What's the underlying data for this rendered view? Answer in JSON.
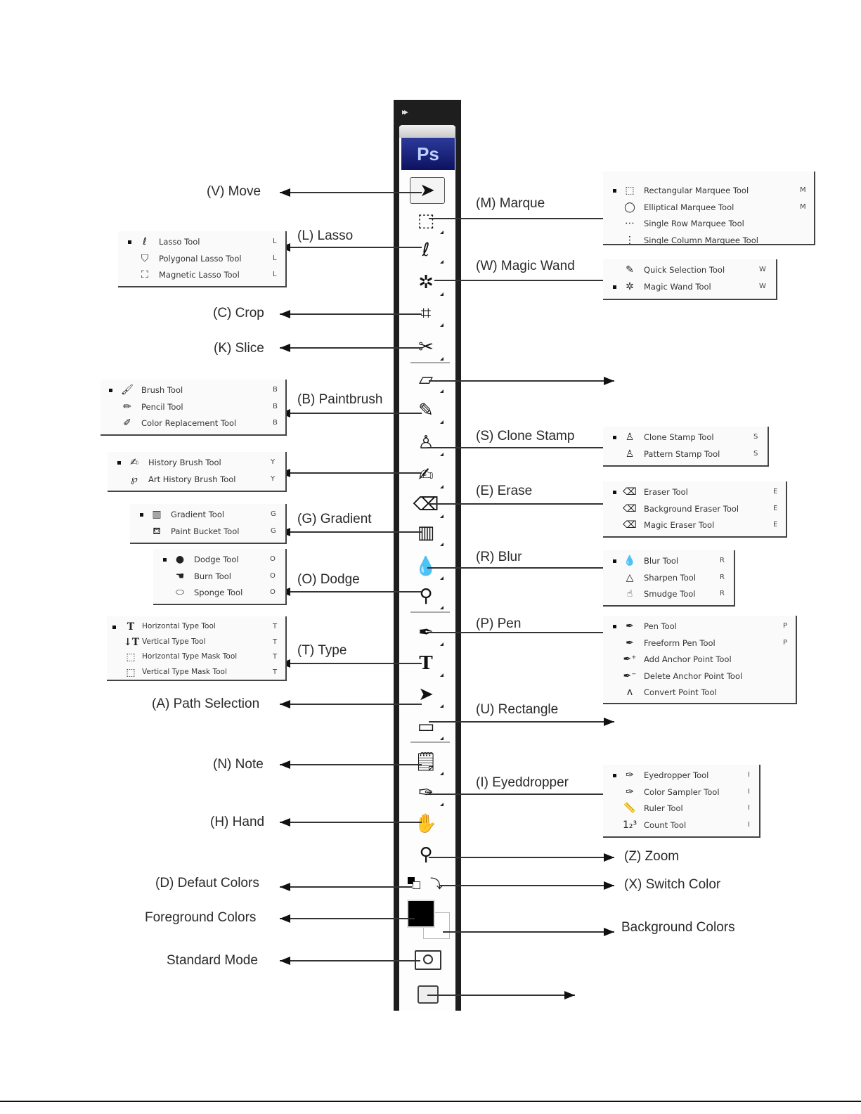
{
  "toolbar": {
    "logo": "Ps",
    "grip": "▸▸"
  },
  "left_labels": [
    {
      "id": "move",
      "text": "(V) Move"
    },
    {
      "id": "lasso",
      "text": "(L) Lasso"
    },
    {
      "id": "crop",
      "text": "(C) Crop"
    },
    {
      "id": "slice",
      "text": "(K) Slice"
    },
    {
      "id": "paintbrush",
      "text": "(B) Paintbrush"
    },
    {
      "id": "gradient",
      "text": "(G) Gradient"
    },
    {
      "id": "dodge",
      "text": "(O) Dodge"
    },
    {
      "id": "type",
      "text": "(T) Type"
    },
    {
      "id": "path_selection",
      "text": "(A) Path Selection"
    },
    {
      "id": "note",
      "text": "(N) Note"
    },
    {
      "id": "hand",
      "text": "(H) Hand"
    },
    {
      "id": "default_colors",
      "text": "(D) Defaut Colors"
    },
    {
      "id": "foreground_colors",
      "text": "Foreground Colors"
    },
    {
      "id": "standard_mode",
      "text": "Standard Mode"
    }
  ],
  "right_labels": [
    {
      "id": "marquee",
      "text": "(M) Marque"
    },
    {
      "id": "magic_wand",
      "text": "(W) Magic Wand"
    },
    {
      "id": "clone_stamp",
      "text": "(S) Clone Stamp"
    },
    {
      "id": "erase",
      "text": "(E) Erase"
    },
    {
      "id": "blur",
      "text": "(R) Blur"
    },
    {
      "id": "pen",
      "text": "(P) Pen"
    },
    {
      "id": "rectangle",
      "text": "(U) Rectangle"
    },
    {
      "id": "eyedropper",
      "text": "(I) Eyeddropper"
    },
    {
      "id": "zoom",
      "text": "(Z) Zoom"
    },
    {
      "id": "switch_color",
      "text": "(X) Switch Color"
    },
    {
      "id": "background_colors",
      "text": "Background Colors"
    }
  ],
  "flyouts": {
    "marquee": [
      {
        "icon": "rect-marquee-icon",
        "glyph": "⬚",
        "name": "Rectangular Marquee Tool",
        "key": "M",
        "active": true
      },
      {
        "icon": "ellipse-marquee-icon",
        "glyph": "◯",
        "name": "Elliptical Marquee Tool",
        "key": "M",
        "active": false
      },
      {
        "icon": "row-marquee-icon",
        "glyph": "⋯",
        "name": "Single Row Marquee Tool",
        "key": "",
        "active": false
      },
      {
        "icon": "column-marquee-icon",
        "glyph": "⋮",
        "name": "Single Column Marquee Tool",
        "key": "",
        "active": false
      }
    ],
    "magic_wand": [
      {
        "icon": "quick-selection-icon",
        "glyph": "✎",
        "name": "Quick Selection Tool",
        "key": "W",
        "active": false
      },
      {
        "icon": "magic-wand-icon",
        "glyph": "✲",
        "name": "Magic Wand Tool",
        "key": "W",
        "active": true
      }
    ],
    "lasso": [
      {
        "icon": "lasso-icon",
        "glyph": "ℓ",
        "name": "Lasso Tool",
        "key": "L",
        "active": true
      },
      {
        "icon": "polygonal-lasso-icon",
        "glyph": "⛉",
        "name": "Polygonal Lasso Tool",
        "key": "L",
        "active": false
      },
      {
        "icon": "magnetic-lasso-icon",
        "glyph": "⛶",
        "name": "Magnetic Lasso Tool",
        "key": "L",
        "active": false
      }
    ],
    "brush": [
      {
        "icon": "brush-icon",
        "glyph": "🖌",
        "name": "Brush Tool",
        "key": "B",
        "active": true
      },
      {
        "icon": "pencil-icon",
        "glyph": "✏",
        "name": "Pencil Tool",
        "key": "B",
        "active": false
      },
      {
        "icon": "color-replacement-icon",
        "glyph": "✐",
        "name": "Color Replacement Tool",
        "key": "B",
        "active": false
      }
    ],
    "history_brush": [
      {
        "icon": "history-brush-icon",
        "glyph": "✍",
        "name": "History Brush Tool",
        "key": "Y",
        "active": true
      },
      {
        "icon": "art-history-brush-icon",
        "glyph": "℘",
        "name": "Art History Brush Tool",
        "key": "Y",
        "active": false
      }
    ],
    "gradient": [
      {
        "icon": "gradient-icon",
        "glyph": "▥",
        "name": "Gradient Tool",
        "key": "G",
        "active": true
      },
      {
        "icon": "paint-bucket-icon",
        "glyph": "⛾",
        "name": "Paint Bucket Tool",
        "key": "G",
        "active": false
      }
    ],
    "dodge": [
      {
        "icon": "dodge-icon",
        "glyph": "●",
        "name": "Dodge Tool",
        "key": "O",
        "active": true
      },
      {
        "icon": "burn-icon",
        "glyph": "☚",
        "name": "Burn Tool",
        "key": "O",
        "active": false
      },
      {
        "icon": "sponge-icon",
        "glyph": "⬭",
        "name": "Sponge Tool",
        "key": "O",
        "active": false
      }
    ],
    "type": [
      {
        "icon": "horizontal-type-icon",
        "glyph": "T",
        "name": "Horizontal Type Tool",
        "key": "T",
        "active": true
      },
      {
        "icon": "vertical-type-icon",
        "glyph": "↓T",
        "name": "Vertical Type Tool",
        "key": "T",
        "active": false
      },
      {
        "icon": "horizontal-type-mask-icon",
        "glyph": "⬚",
        "name": "Horizontal Type Mask Tool",
        "key": "T",
        "active": false
      },
      {
        "icon": "vertical-type-mask-icon",
        "glyph": "⬚",
        "name": "Vertical Type Mask Tool",
        "key": "T",
        "active": false
      }
    ],
    "clone_stamp": [
      {
        "icon": "clone-stamp-icon",
        "glyph": "♙",
        "name": "Clone Stamp Tool",
        "key": "S",
        "active": true
      },
      {
        "icon": "pattern-stamp-icon",
        "glyph": "♙",
        "name": "Pattern Stamp Tool",
        "key": "S",
        "active": false
      }
    ],
    "eraser": [
      {
        "icon": "eraser-icon",
        "glyph": "⌫",
        "name": "Eraser Tool",
        "key": "E",
        "active": true
      },
      {
        "icon": "background-eraser-icon",
        "glyph": "⌫",
        "name": "Background Eraser Tool",
        "key": "E",
        "active": false
      },
      {
        "icon": "magic-eraser-icon",
        "glyph": "⌫",
        "name": "Magic Eraser Tool",
        "key": "E",
        "active": false
      }
    ],
    "blur": [
      {
        "icon": "blur-icon",
        "glyph": "💧",
        "name": "Blur Tool",
        "key": "R",
        "active": true
      },
      {
        "icon": "sharpen-icon",
        "glyph": "△",
        "name": "Sharpen Tool",
        "key": "R",
        "active": false
      },
      {
        "icon": "smudge-icon",
        "glyph": "☝",
        "name": "Smudge Tool",
        "key": "R",
        "active": false
      }
    ],
    "pen": [
      {
        "icon": "pen-icon",
        "glyph": "✒",
        "name": "Pen Tool",
        "key": "P",
        "active": true
      },
      {
        "icon": "freeform-pen-icon",
        "glyph": "✒",
        "name": "Freeform Pen Tool",
        "key": "P",
        "active": false
      },
      {
        "icon": "add-anchor-icon",
        "glyph": "✒⁺",
        "name": "Add Anchor Point Tool",
        "key": "",
        "active": false
      },
      {
        "icon": "delete-anchor-icon",
        "glyph": "✒⁻",
        "name": "Delete Anchor Point Tool",
        "key": "",
        "active": false
      },
      {
        "icon": "convert-point-icon",
        "glyph": "ʌ",
        "name": "Convert Point Tool",
        "key": "",
        "active": false
      }
    ],
    "eyedropper": [
      {
        "icon": "eyedropper-icon",
        "glyph": "✑",
        "name": "Eyedropper Tool",
        "key": "I",
        "active": true
      },
      {
        "icon": "color-sampler-icon",
        "glyph": "✑",
        "name": "Color Sampler Tool",
        "key": "I",
        "active": false
      },
      {
        "icon": "ruler-icon",
        "glyph": "📏",
        "name": "Ruler Tool",
        "key": "I",
        "active": false
      },
      {
        "icon": "count-icon",
        "glyph": "1₂³",
        "name": "Count Tool",
        "key": "I",
        "active": false
      }
    ]
  },
  "tools": [
    {
      "icon": "move-icon",
      "glyph": "➤"
    },
    {
      "icon": "marquee-icon",
      "glyph": "⬚"
    },
    {
      "icon": "lasso-icon",
      "glyph": "ℓ"
    },
    {
      "icon": "magic-wand-icon",
      "glyph": "✲"
    },
    {
      "icon": "crop-icon",
      "glyph": "⌗"
    },
    {
      "icon": "slice-icon",
      "glyph": "✂"
    },
    {
      "icon": "healing-brush-icon",
      "glyph": "▱"
    },
    {
      "icon": "brush-icon",
      "glyph": "✎"
    },
    {
      "icon": "clone-stamp-icon",
      "glyph": "♙"
    },
    {
      "icon": "history-brush-icon",
      "glyph": "✍"
    },
    {
      "icon": "eraser-icon",
      "glyph": "⌫"
    },
    {
      "icon": "gradient-icon",
      "glyph": "▥"
    },
    {
      "icon": "blur-icon",
      "glyph": "💧"
    },
    {
      "icon": "dodge-icon",
      "glyph": "⚲"
    },
    {
      "icon": "pen-icon",
      "glyph": "✒"
    },
    {
      "icon": "type-icon",
      "glyph": "T"
    },
    {
      "icon": "path-selection-icon",
      "glyph": "➤"
    },
    {
      "icon": "rectangle-icon",
      "glyph": "▭"
    },
    {
      "icon": "note-icon",
      "glyph": "🗒"
    },
    {
      "icon": "eyedropper-icon",
      "glyph": "✑"
    },
    {
      "icon": "hand-icon",
      "glyph": "✋"
    },
    {
      "icon": "zoom-icon",
      "glyph": "⚲"
    }
  ],
  "colors": {
    "toolbar_frame": "#1e1e1e",
    "logo_bg": "#1a2080",
    "foreground": "#000000",
    "background": "#ffffff"
  }
}
